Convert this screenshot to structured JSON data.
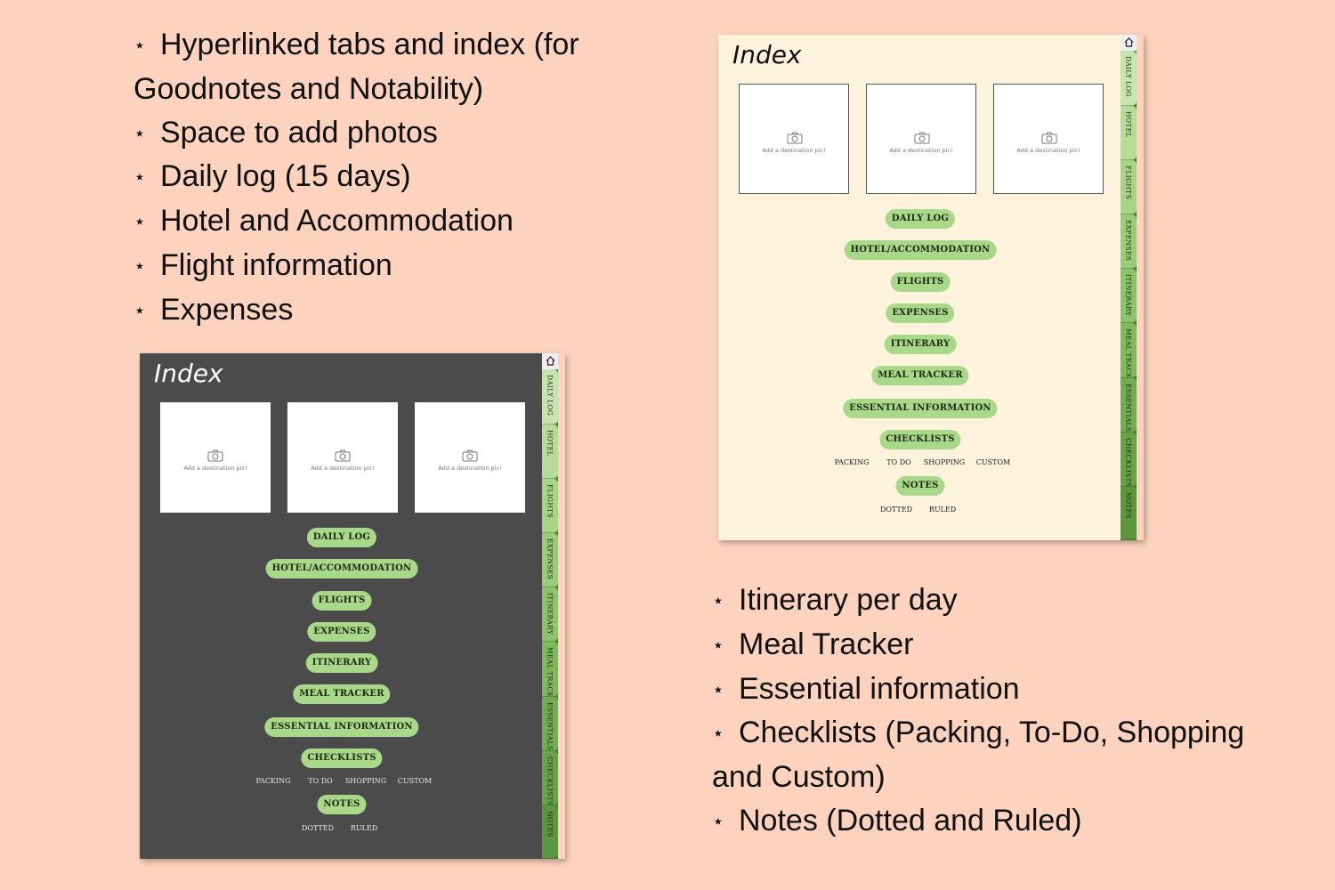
{
  "features_left": [
    "Hyperlinked tabs and index (for Goodnotes and Notability)",
    "Space to add photos",
    "Daily log (15 days)",
    "Hotel and Accommodation",
    "Flight information",
    "Expenses"
  ],
  "features_right": [
    "Itinerary per day",
    "Meal Tracker",
    "Essential information",
    "Checklists (Packing, To-Do, Shopping and Custom)",
    "Notes (Dotted and Ruled)"
  ],
  "bullet_symbol": "⋆",
  "page": {
    "title": "Index",
    "photo_caption": "Add a destination pic!",
    "menu": {
      "daily_log": "DAILY LOG",
      "hotel": "HOTEL/ACCOMMODATION",
      "flights": "FLIGHTS",
      "expenses": "EXPENSES",
      "itinerary": "ITINERARY",
      "meal_tracker": "MEAL TRACKER",
      "essential": "ESSENTIAL INFORMATION",
      "checklists": "CHECKLISTS",
      "notes": "NOTES"
    },
    "checklist_items": [
      "PACKING",
      "TO DO",
      "SHOPPING",
      "CUSTOM"
    ],
    "notes_items": [
      "DOTTED",
      "RULED"
    ],
    "tabs": [
      "DAILY LOG",
      "HOTEL",
      "FLIGHTS",
      "EXPENSES",
      "ITINERARY",
      "MEAL TRACKER",
      "ESSENTIALS",
      "CHECKLISTS",
      "NOTES"
    ]
  },
  "colors": {
    "background": "#fdd3bf",
    "dark_page": "#4b4b4b",
    "light_page": "#fdf2dc",
    "pill": "#a9d88a",
    "tab_colors": [
      "#c6e4ad",
      "#b6dc98",
      "#a8d488",
      "#9acb7a",
      "#8dc26c",
      "#80b85f",
      "#73ad53",
      "#68a249",
      "#5c963f"
    ]
  }
}
